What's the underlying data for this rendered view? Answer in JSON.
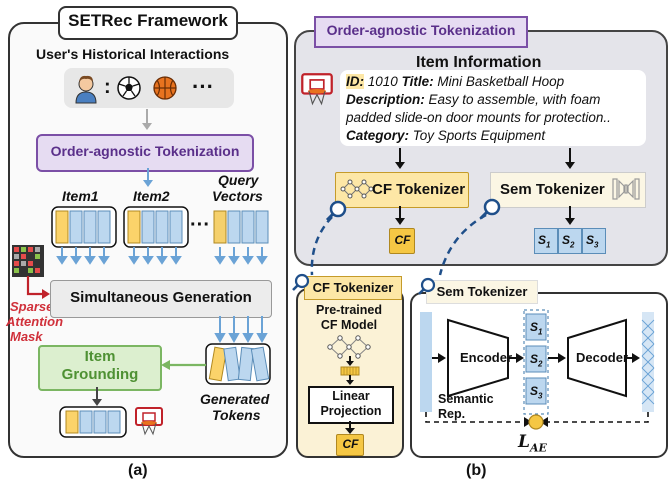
{
  "left": {
    "title": "SETRec Framework",
    "historical_label": "User's Historical Interactions",
    "ellipsis": "···",
    "colon": ":",
    "tokenization_label": "Order-agnostic Tokenization",
    "item1_label": "Item1",
    "item2_label": "Item2",
    "dots": "···",
    "query_label_line1": "Query",
    "query_label_line2": "Vectors",
    "sparse_line1": "Sparse",
    "sparse_line2": "Attention",
    "sparse_line3": "Mask",
    "generation_label": "Simultaneous Generation",
    "grounding_line1": "Item",
    "grounding_line2": "Grounding",
    "generated_line1": "Generated",
    "generated_line2": "Tokens",
    "caption": "(a)"
  },
  "right": {
    "header": "Order-agnostic Tokenization",
    "item_info_title": "Item Information",
    "id_key": "ID:",
    "id_value": "1010",
    "title_key": "Title:",
    "title_value": "Mini Basketball Hoop",
    "desc_key": "Description:",
    "desc_value_line1": "Easy to assemble, with foam",
    "desc_value_line2": "padded slide-on door mounts for protection..",
    "cat_key": "Category:",
    "cat_value": "Toy Sports Equipment",
    "cf_tokenizer": "CF Tokenizer",
    "sem_tokenizer": "Sem Tokenizer",
    "cf_token": "CF",
    "s1": "S",
    "s2": "S",
    "s3": "S",
    "sub1": "1",
    "sub2": "2",
    "sub3": "3",
    "caption": "(b)"
  },
  "cf_detail": {
    "title": "CF Tokenizer",
    "pretrained_line1": "Pre-trained",
    "pretrained_line2": "CF Model",
    "linear_line1": "Linear",
    "linear_line2": "Projection",
    "cf_token": "CF"
  },
  "sem_detail": {
    "title": "Sem Tokenizer",
    "encoder": "Encoder",
    "decoder": "Decoder",
    "semantic_line1": "Semantic",
    "semantic_line2": "Rep.",
    "loss_main": "L",
    "loss_sub": "AE"
  },
  "colors": {
    "purple": "#7b4fa6",
    "purple_fill": "#e6dcf2",
    "green": "#7bb662",
    "green_fill": "#dcefcf",
    "orange_fill": "#fde7a6",
    "token_blue": "#bcd7ef",
    "token_blue_border": "#5b8db8",
    "cream": "#fbf2d6",
    "gray_panel": "#e4e4ea"
  }
}
